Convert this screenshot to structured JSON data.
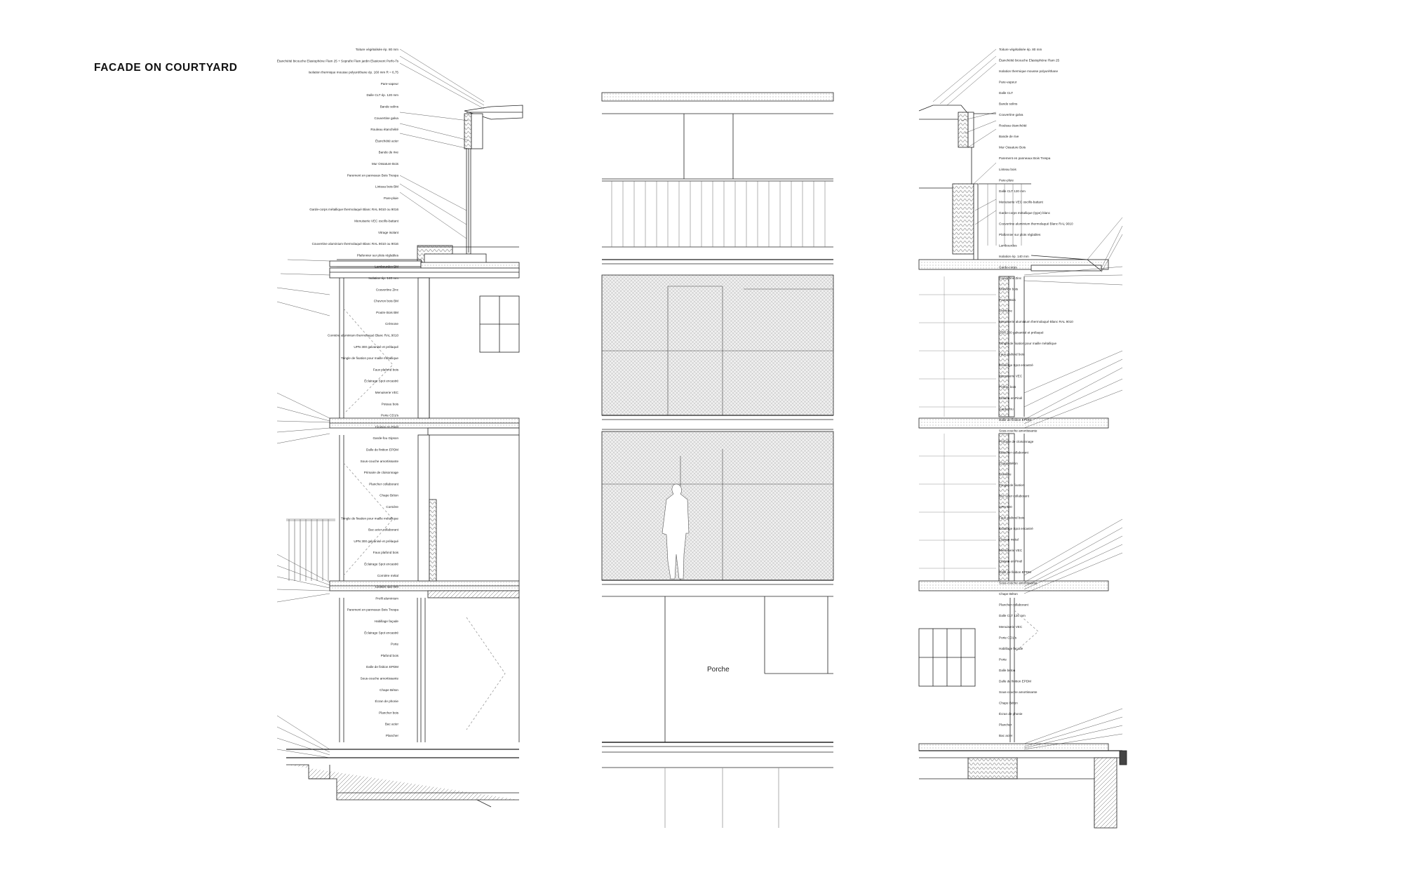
{
  "sheet": {
    "title": "FACADE ON COURTYARD"
  },
  "elevation": {
    "porch_label": "Porche"
  },
  "section_left": {
    "annotations": [
      "Toiture végétalisée ép. 80 mm",
      "Étanchéité bicouche Elastophène Flam 25 + Soprafix Flam jardin Elastovent Perfo-Ts",
      "Isolation thermique mousse polyuréthane ép. 160 mm R = 6,75",
      "Pare-vapeur",
      "Dalle CLT ép. 120 mm",
      "Bande solins",
      "Couvertine galva",
      "Rouleau étanchéité",
      "Étanchéité acier",
      "Bande de rive",
      "Mur Ossature Bois",
      "Parement en panneaux Bois Trespa",
      "Linteau bois BM",
      "Pare-pluie",
      "Garde-corps métallique thermolaqué Blanc RAL 9010 ou 9016",
      "Menuiserie VEC oscillo-battant",
      "Vitrage isolant",
      "Couvertine aluminium thermolaqué Blanc RAL 9010 ou 9016",
      "Plafonnier sur plots réglables",
      "Lambourdes BM",
      "Isolation ép. 140 mm",
      "Couvertine Zinc",
      "Chevron bois BM",
      "Poutre Bois BM",
      "Crémone",
      "Cornière aluminium thermolaqué Blanc RAL 9010",
      "UPN 300 galvanisé et prélaqué",
      "Tringle de fixation pour maille métallique",
      "Faux plafond bois",
      "Éclairage Spot encastré",
      "Menuiserie VEC",
      "Poteau bois",
      "Porte CD1/s",
      "Cloison en Pinél",
      "Garde-fou Gipson",
      "Dalle de finition EPDM",
      "Sous-couche amortissante",
      "Primaire de cloisonnage",
      "Plancher collaborant",
      "Chape Béton",
      "Cornière",
      "Tringle de fixation pour maille métallique",
      "Bac acier collaborant",
      "UPN 300 galvanisé et prélaqué",
      "Faux plafond bois",
      "Éclairage Spot encastré",
      "Cornière métal",
      "Cloison 450 mm",
      "Profil aluminium",
      "Parement en panneaux Bois Trespa",
      "Habillage façade",
      "Éclairage Spot encastré",
      "Porte",
      "Plafond bois",
      "Dalle de finition EPDM",
      "Sous-couche amortissante",
      "Chape Béton",
      "Écran de phonie",
      "Plancher bois",
      "Bac acier",
      "Plancher"
    ]
  },
  "section_right": {
    "annotations": [
      "Toiture végétalisée ép. 80 mm",
      "Étanchéité bicouche Elastophène Flam 25",
      "Isolation thermique mousse polyuréthane",
      "Pare-vapeur",
      "Dalle CLT",
      "Bande solins",
      "Couvertine galva",
      "Rouleau étanchéité",
      "Bande de rive",
      "Mur Ossature Bois",
      "Parement en panneaux Bois Trespa",
      "Linteau bois",
      "Pare-pluie",
      "Dalle CLT 120 mm",
      "Menuiserie VEC oscillo-battant",
      "Garde-corps métallique (type) blanc",
      "Couvertine aluminium thermolaqué Blanc RAL 9010",
      "Plafonnier sur plots réglables",
      "Lambourdes",
      "Isolation ép. 140 mm",
      "Garde-corps",
      "Couvertine Zinc",
      "Chevron bois",
      "Poutre Bois",
      "Crémone",
      "Menuiserie aluminium thermolaqué Blanc RAL 9010",
      "UPN 300 galvanisé et prélaqué",
      "Tringle de fixation pour maille métallique",
      "Faux plafond bois",
      "Éclairage Spot encastré",
      "Menuiserie VEC",
      "Poteau bois",
      "Cloison en Pinél",
      "Garde-fou",
      "Dalle de finition EPDM",
      "Sous-couche amortissante",
      "Primaire de cloisonnage",
      "Plancher collaborant",
      "Chape Béton",
      "Cornière",
      "Tringle de fixation",
      "Bac acier collaborant",
      "UPN 300",
      "Faux plafond bois",
      "Éclairage Spot encastré",
      "Cloison métal",
      "Menuiserie VEC",
      "Cloison en Pinél",
      "Dalle de finition EPDM",
      "Sous-couche amortissante",
      "Chape Béton",
      "Plancher collaborant",
      "Dalle CLT 120 mm",
      "Menuiserie VEC",
      "Porte CD1/s",
      "Habillage façade",
      "Porte",
      "Dalle béton",
      "Dalle de finition EPDM",
      "Sous-couche amortissante",
      "Chape Béton",
      "Écran de phonie",
      "Plancher",
      "Bac acier"
    ]
  }
}
